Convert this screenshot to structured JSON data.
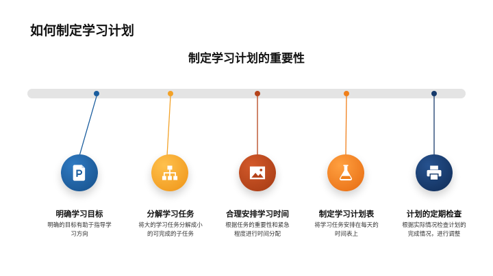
{
  "header": {
    "title": "如何制定学习计划"
  },
  "subtitle": "制定学习计划的重要性",
  "steps": [
    {
      "title": "明确学习目标",
      "desc": "明确的目标有助于指导学习方向",
      "icon": "document-p-icon",
      "color": "#1a5d9e"
    },
    {
      "title": "分解学习任务",
      "desc": "将大的学习任务分解成小的可完成的子任务",
      "icon": "hierarchy-icon",
      "color": "#f2a127"
    },
    {
      "title": "合理安排学习时间",
      "desc": "根据任务的重要性和紧急程度进行时间分配",
      "icon": "image-icon",
      "color": "#b5431a"
    },
    {
      "title": "制定学习计划表",
      "desc": "将学习任务安排在每天的时间表上",
      "icon": "flask-icon",
      "color": "#f07f1a"
    },
    {
      "title": "计划的定期检查",
      "desc": "根据实际情况检查计划的完成情况，进行调整",
      "icon": "printer-icon",
      "color": "#163a6b"
    }
  ]
}
